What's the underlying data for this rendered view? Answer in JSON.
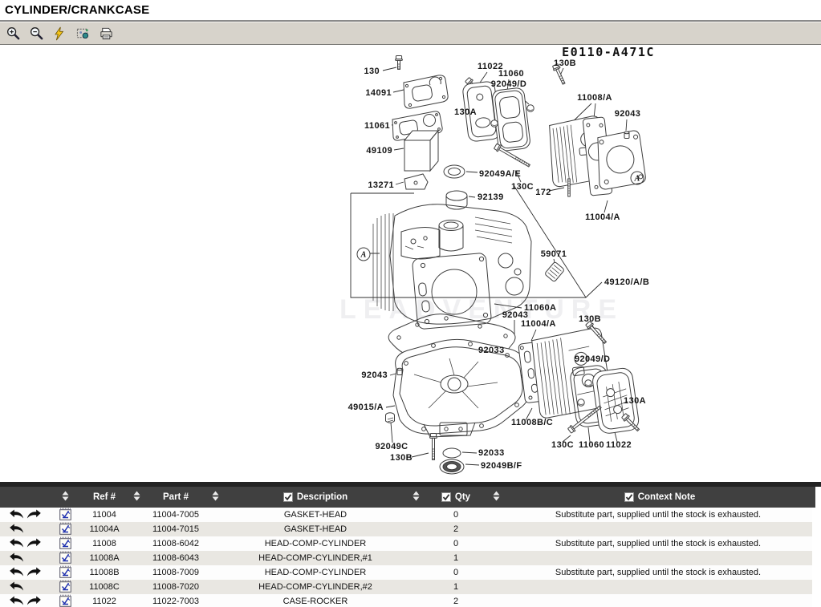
{
  "window": {
    "title": "CYLINDER/CRANKCASE"
  },
  "toolbar": {
    "icons": [
      "zoom-in-icon",
      "zoom-out-icon",
      "lightning-icon",
      "hotspot-select-icon",
      "print-icon"
    ]
  },
  "diagram": {
    "code": "E0110-A471C",
    "watermark": "LEADVENTURE",
    "marker": "A",
    "labels": [
      "130",
      "14091",
      "11061",
      "49109",
      "13271",
      "11022",
      "11060",
      "92049/D",
      "130B",
      "11008/A",
      "92043",
      "130A",
      "92049A/E",
      "130C",
      "172",
      "11004/A",
      "92139",
      "59071",
      "49120/A/B",
      "11060A",
      "92043",
      "11004/A",
      "130B",
      "92033",
      "92043",
      "92049/D",
      "49015/A",
      "130A",
      "11008B/C",
      "92049C",
      "130B",
      "130C",
      "11060",
      "11022",
      "92033",
      "92049B/F"
    ]
  },
  "table": {
    "headers": {
      "ref": "Ref #",
      "part": "Part #",
      "desc": "Description",
      "qty": "Qty",
      "note": "Context Note"
    },
    "rows": [
      {
        "ref": "11004",
        "part": "11004-7005",
        "desc": "GASKET-HEAD",
        "qty": "0",
        "note": "Substitute part, supplied until the stock is exhausted.",
        "redo": true
      },
      {
        "ref": "11004A",
        "part": "11004-7015",
        "desc": "GASKET-HEAD",
        "qty": "2",
        "note": "",
        "redo": false
      },
      {
        "ref": "11008",
        "part": "11008-6042",
        "desc": "HEAD-COMP-CYLINDER",
        "qty": "0",
        "note": "Substitute part, supplied until the stock is exhausted.",
        "redo": true
      },
      {
        "ref": "11008A",
        "part": "11008-6043",
        "desc": "HEAD-COMP-CYLINDER,#1",
        "qty": "1",
        "note": "",
        "redo": false
      },
      {
        "ref": "11008B",
        "part": "11008-7009",
        "desc": "HEAD-COMP-CYLINDER",
        "qty": "0",
        "note": "Substitute part, supplied until the stock is exhausted.",
        "redo": true
      },
      {
        "ref": "11008C",
        "part": "11008-7020",
        "desc": "HEAD-COMP-CYLINDER,#2",
        "qty": "1",
        "note": "",
        "redo": false
      },
      {
        "ref": "11022",
        "part": "11022-7003",
        "desc": "CASE-ROCKER",
        "qty": "2",
        "note": "",
        "redo": true
      }
    ]
  }
}
